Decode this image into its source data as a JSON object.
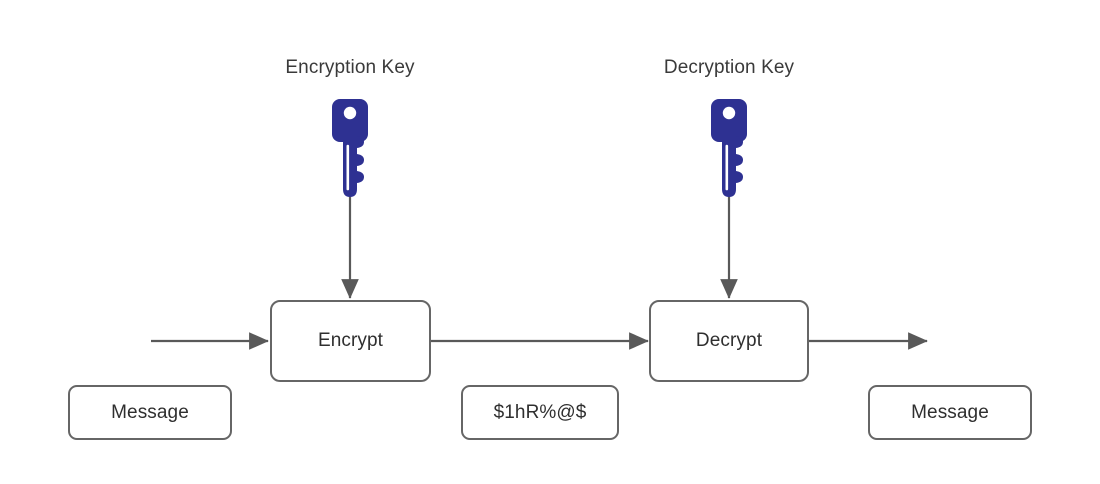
{
  "diagram": {
    "title_encryption_key": "Encryption Key",
    "title_decryption_key": "Decryption Key",
    "encrypt_box": "Encrypt",
    "decrypt_box": "Decrypt",
    "plaintext_in": "Message",
    "ciphertext": "$1hR%@$",
    "plaintext_out": "Message",
    "icons": {
      "encryption_key_icon": "key-icon",
      "decryption_key_icon": "key-icon"
    },
    "colors": {
      "key_blue": "#2e3192",
      "stroke_gray": "#666666",
      "arrow_gray": "#595959",
      "text_gray": "#3a3a3a",
      "background": "#ffffff"
    }
  }
}
